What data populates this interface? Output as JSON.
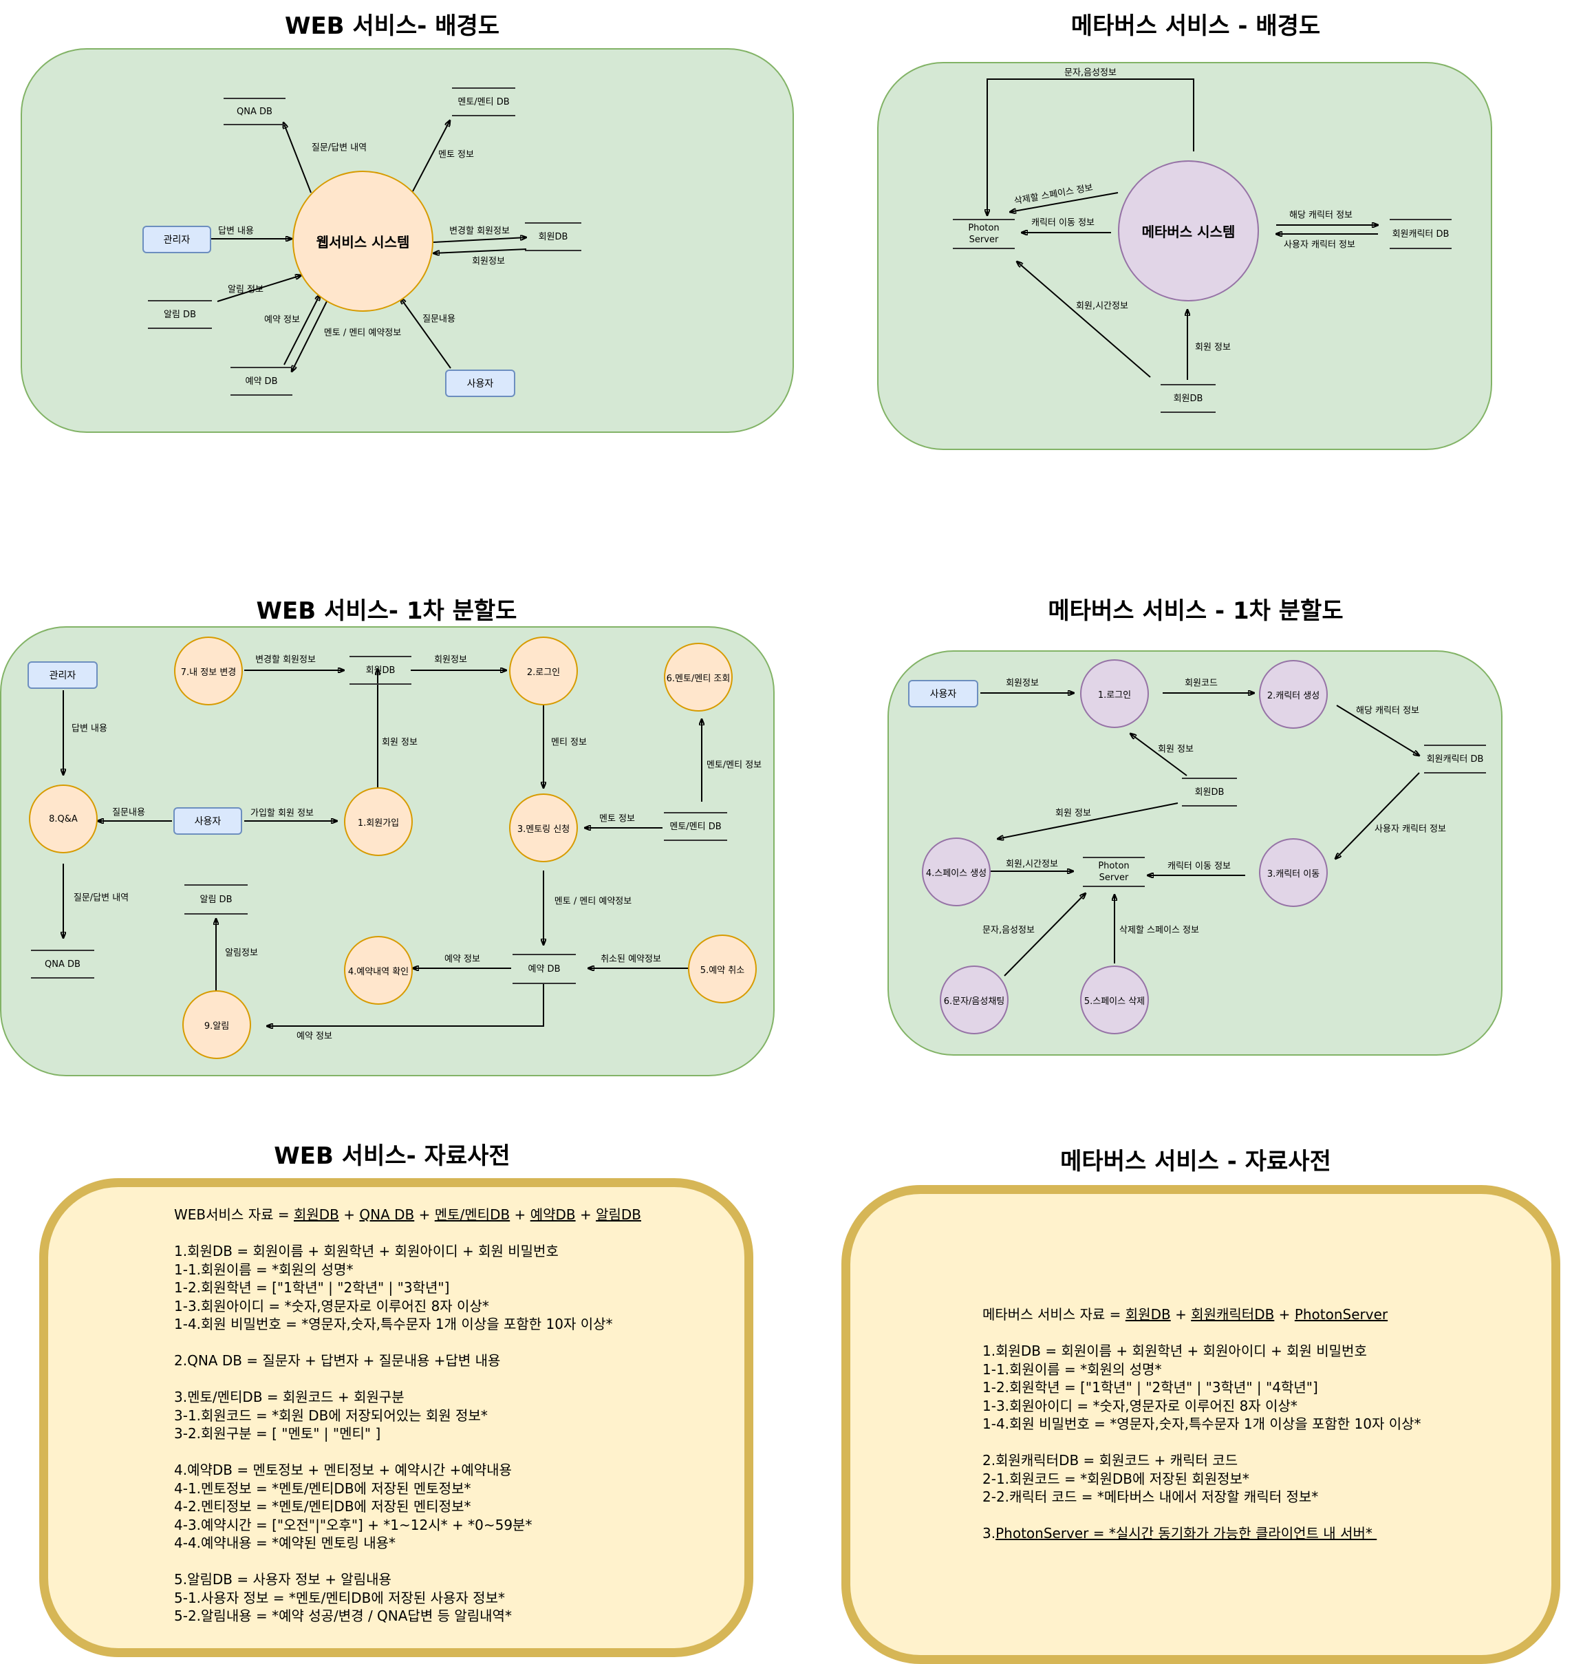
{
  "titles": {
    "web_context": "WEB 서비스- 배경도",
    "meta_context": "메타버스 서비스 - 배경도",
    "web_level1": "WEB 서비스- 1차 분할도",
    "meta_level1": "메타버스 서비스 - 1차 분할도",
    "web_dict": "WEB 서비스- 자료사전",
    "meta_dict": "메타버스 서비스 - 자료사전"
  },
  "web_context": {
    "process": "웹서비스 시스템",
    "entities": {
      "admin": "관리자",
      "user": "사용자"
    },
    "stores": {
      "qna": "QNA DB",
      "mento": "멘토/멘티 DB",
      "member": "회원DB",
      "alarm": "알림 DB",
      "reserve": "예약 DB"
    },
    "flows": {
      "qna": "질문/답변 내역",
      "mento": "멘토 정보",
      "member_in": "변경할 회원정보",
      "member_out": "회원정보",
      "admin": "답변 내용",
      "alarm": "알림 정보",
      "reserve": "예약 정보",
      "reserve_in": "멘토 / 멘티 예약정보",
      "user": "질문내용"
    }
  },
  "meta_context": {
    "process": "메타버스 시스템",
    "stores": {
      "photon": "Photon\nServer",
      "character": "회원캐릭터 DB",
      "member": "회원DB"
    },
    "flows": {
      "chat": "문자,음성정보",
      "delete": "삭제할 스페이스 정보",
      "move": "캐릭터 이동 정보",
      "char_out": "해당 캐릭터 정보",
      "char_in": "사용자 캐릭터 정보",
      "time": "회원,시간정보",
      "member": "회원 정보"
    }
  },
  "web_level1": {
    "entities": {
      "admin": "관리자",
      "user": "사용자"
    },
    "processes": {
      "p7": "7.내 정보 변경",
      "p2": "2.로그인",
      "p6": "6.멘토/멘티 조회",
      "p8": "8.Q&A",
      "p1": "1.회원가입",
      "p3": "3.멘토링 신청",
      "p4": "4.예약내역 확인",
      "p5": "5.예약 취소",
      "p9": "9.알림"
    },
    "stores": {
      "member": "회원DB",
      "mento": "멘토/멘티 DB",
      "alarm": "알림 DB",
      "qna": "QNA DB",
      "reserve": "예약 DB"
    },
    "flows": {
      "f_7_member": "변경할 회원정보",
      "f_member_2": "회원정보",
      "f_admin_8": "답변 내용",
      "f_1_member": "회원 정보",
      "f_2_3": "멘티 정보",
      "f_mento_6": "멘토/멘티 정보",
      "f_user_8": "질문내용",
      "f_user_1": "가입할 회원 정보",
      "f_mento_3": "멘토 정보",
      "f_8_qna": "질문/답변 내역",
      "f_3_reserve": "멘토 / 멘티 예약정보",
      "f_9_alarm": "알림정보",
      "f_reserve_4": "예약 정보",
      "f_5_reserve": "취소된 예약정보",
      "f_reserve_9": "예약 정보"
    }
  },
  "meta_level1": {
    "entities": {
      "user": "사용자"
    },
    "processes": {
      "p1": "1.로그인",
      "p2": "2.캐릭터 생성",
      "p4": "4.스페이스 생성",
      "p3": "3.캐릭터 이동",
      "p6": "6.문자/음성채팅",
      "p5": "5.스페이스 삭제"
    },
    "stores": {
      "member": "회원DB",
      "character": "회원캐릭터 DB",
      "photon": "Photon\nServer"
    },
    "flows": {
      "f_user_1": "회원정보",
      "f_1_2": "회원코드",
      "f_2_char": "해당 캐릭터 정보",
      "f_member_1": "회원 정보",
      "f_member_4": "회원 정보",
      "f_char_3": "사용자 캐릭터 정보",
      "f_4_photon": "회원,시간정보",
      "f_3_photon": "캐릭터 이동 정보",
      "f_6_photon": "문자,음성정보",
      "f_5_photon": "삭제할 스페이스 정보"
    }
  },
  "web_dict": {
    "lines": [
      [
        {
          "t": "WEB서비스 자료 = "
        },
        {
          "t": "회원DB",
          "u": true
        },
        {
          "t": " + "
        },
        {
          "t": "QNA DB",
          "u": true
        },
        {
          "t": " + "
        },
        {
          "t": "멘토/멘티DB",
          "u": true
        },
        {
          "t": " + "
        },
        {
          "t": "예약DB",
          "u": true
        },
        {
          "t": " + "
        },
        {
          "t": "알림DB",
          "u": true
        }
      ],
      [],
      [
        {
          "t": "1.회원DB = 회원이름 + 회원학년 + 회원아이디 + 회원 비밀번호"
        }
      ],
      [
        {
          "t": "1-1.회원이름 = *회원의 성명*"
        }
      ],
      [
        {
          "t": "1-2.회원학년 = [\"1학년\" | \"2학년\" | \"3학년\"]"
        }
      ],
      [
        {
          "t": "1-3.회원아이디 = *숫자,영문자로 이루어진 8자 이상*"
        }
      ],
      [
        {
          "t": "1-4.회원 비밀번호 = *영문자,숫자,특수문자 1개 이상을 포함한 10자 이상*"
        }
      ],
      [],
      [
        {
          "t": "2.QNA DB = 질문자 + 답변자 + 질문내용 +답변 내용"
        }
      ],
      [],
      [
        {
          "t": "3.멘토/멘티DB = 회원코드 + 회원구분"
        }
      ],
      [
        {
          "t": "3-1.회원코드 = *회원 DB에 저장되어있는 회원 정보*"
        }
      ],
      [
        {
          "t": "3-2.회원구분 = [ \"멘토\" | \"멘티\" ]"
        }
      ],
      [],
      [
        {
          "t": "4.예약DB = 멘토정보 + 멘티정보 + 예약시간 +예약내용"
        }
      ],
      [
        {
          "t": "4-1.멘토정보 = *멘토/멘티DB에 저장된 멘토정보*"
        }
      ],
      [
        {
          "t": "4-2.멘티정보 = *멘토/멘티DB에 저장된 멘티정보*"
        }
      ],
      [
        {
          "t": "4-3.예약시간 = [\"오전\"|\"오후\"] + *1~12시* + *0~59분*"
        }
      ],
      [
        {
          "t": "4-4.예약내용 = *예약된 멘토링 내용*"
        }
      ],
      [],
      [
        {
          "t": "5.알림DB = 사용자 정보 + 알림내용"
        }
      ],
      [
        {
          "t": "5-1.사용자 정보 = *멘토/멘티DB에 저장된 사용자 정보*"
        }
      ],
      [
        {
          "t": "5-2.알림내용 = *예약 성공/변경 / QNA답변 등 알림내역*"
        }
      ]
    ]
  },
  "meta_dict": {
    "lines": [
      [
        {
          "t": "메타버스 서비스 자료 = "
        },
        {
          "t": "회원DB",
          "u": true
        },
        {
          "t": " + "
        },
        {
          "t": "회원캐릭터DB",
          "u": true
        },
        {
          "t": " + "
        },
        {
          "t": "PhotonServer",
          "u": true
        }
      ],
      [],
      [
        {
          "t": "1.회원DB = 회원이름 + 회원학년 + 회원아이디 + 회원 비밀번호"
        }
      ],
      [
        {
          "t": "1-1.회원이름 = *회원의 성명*"
        }
      ],
      [
        {
          "t": "1-2.회원학년 = [\"1학년\" | \"2학년\" | \"3학년\" | \"4학년\"]"
        }
      ],
      [
        {
          "t": "1-3.회원아이디 = *숫자,영문자로 이루어진 8자 이상*"
        }
      ],
      [
        {
          "t": "1-4.회원 비밀번호 = *영문자,숫자,특수문자 1개 이상을 포함한 10자 이상*"
        }
      ],
      [],
      [
        {
          "t": "2.회원캐릭터DB = 회원코드 + 캐릭터 코드"
        }
      ],
      [
        {
          "t": "2-1.회원코드 = *회원DB에 저장된 회원정보*"
        }
      ],
      [
        {
          "t": "2-2.캐릭터 코드 = *메타버스 내에서 저장할 캐릭터 정보*"
        }
      ],
      [],
      [
        {
          "t": "3."
        },
        {
          "t": "PhotonServer = *실시간 동기화가 가능한 클라이언트 내 서버* ",
          "u": true
        }
      ]
    ]
  }
}
